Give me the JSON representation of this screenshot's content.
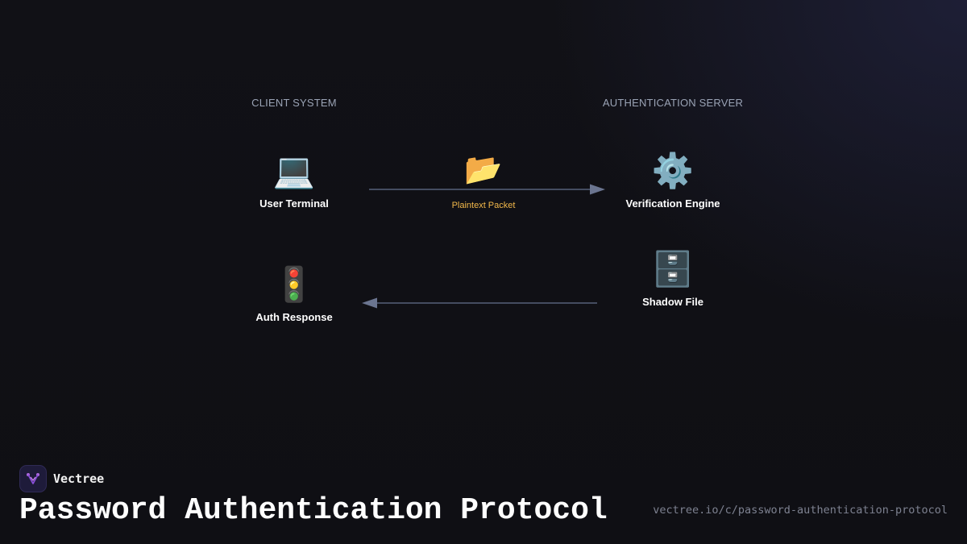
{
  "diagram": {
    "columns": {
      "left": "CLIENT SYSTEM",
      "right": "AUTHENTICATION SERVER"
    },
    "nodes": {
      "user_terminal": {
        "icon": "laptop-icon",
        "glyph": "💻",
        "label": "User Terminal"
      },
      "auth_response": {
        "icon": "traffic-light-icon",
        "glyph": "🚦",
        "label": "Auth Response"
      },
      "verification_engine": {
        "icon": "gear-icon",
        "glyph": "⚙️",
        "label": "Verification Engine"
      },
      "shadow_file": {
        "icon": "file-cabinet-icon",
        "glyph": "🗄️",
        "label": "Shadow File"
      }
    },
    "edges": [
      {
        "from": "User Terminal",
        "to": "Verification Engine",
        "icon": "open-folder-icon",
        "glyph": "📂",
        "label": "Plaintext Packet"
      },
      {
        "from": "Shadow File",
        "to": "Auth Response",
        "label": ""
      }
    ],
    "colors": {
      "arrow": "#56607a",
      "edge_label": "#f2b84a",
      "header": "#9aa3b5"
    }
  },
  "footer": {
    "brand": "Vectree",
    "brand_icon": "vectree-logo-icon",
    "title": "Password Authentication Protocol",
    "url": "vectree.io/c/password-authentication-protocol"
  }
}
